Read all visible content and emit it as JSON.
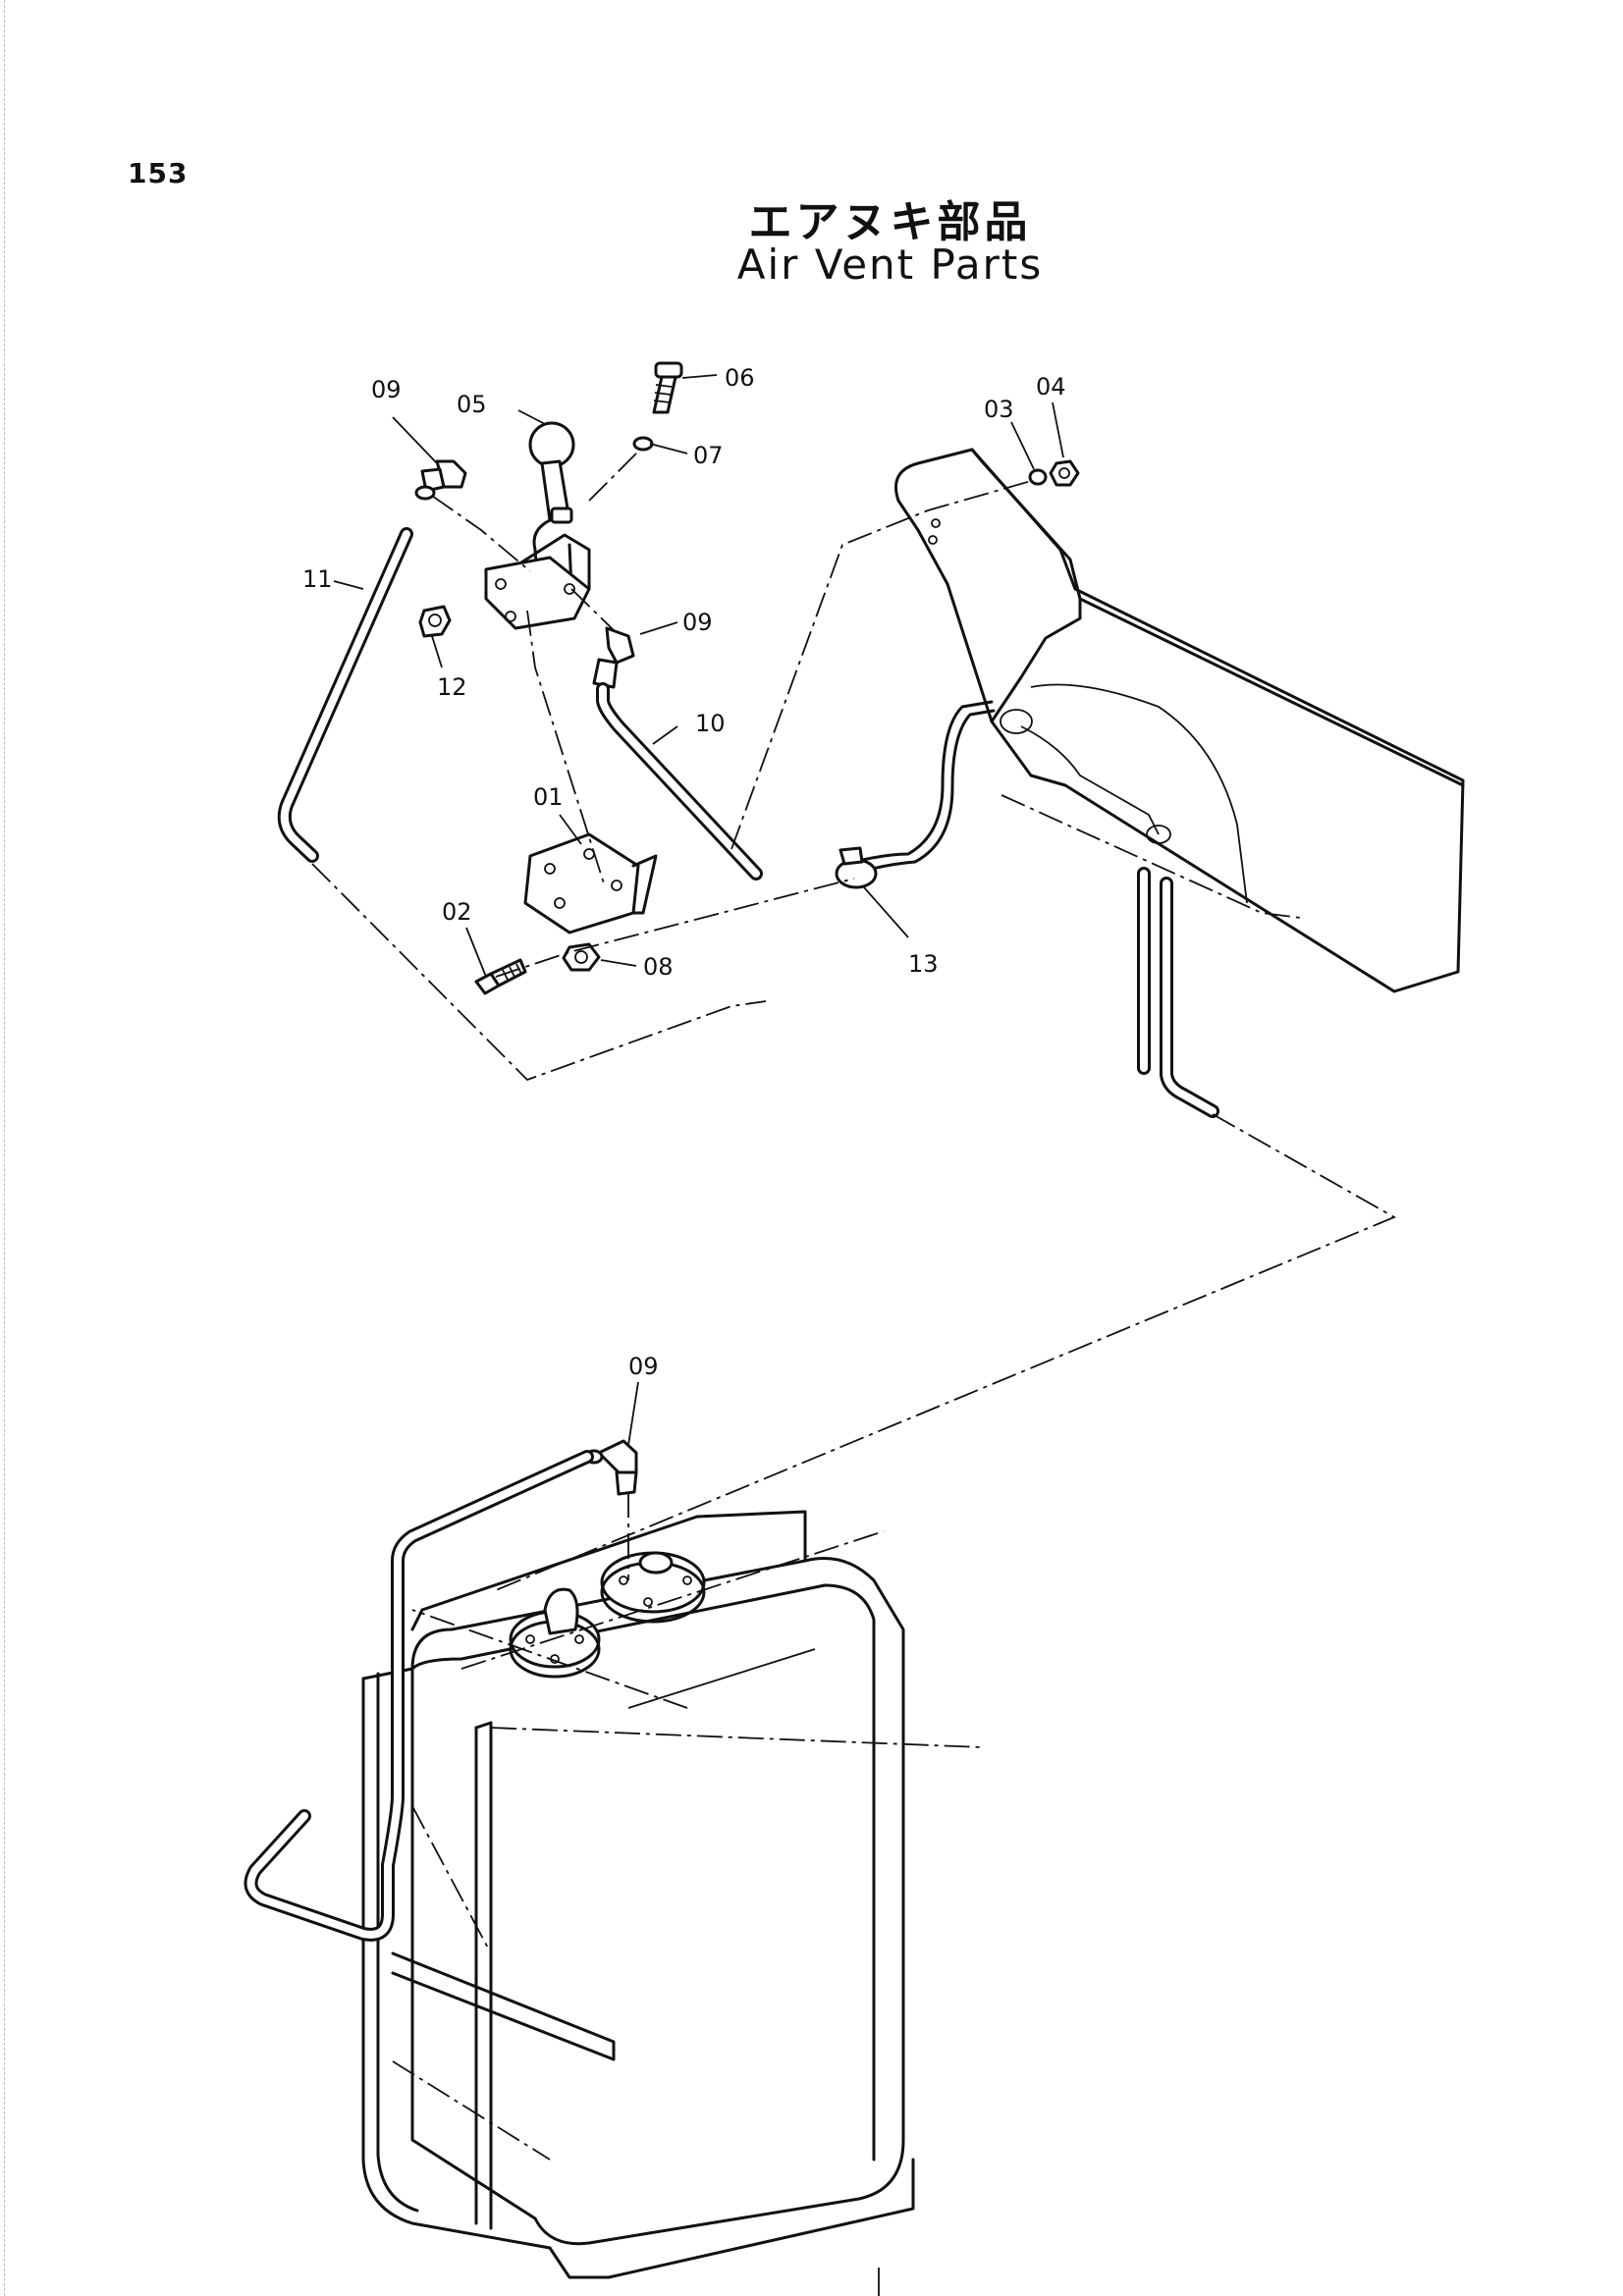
{
  "page_number": "153",
  "title_jp": "エアヌキ部品",
  "title_en": "Air Vent Parts",
  "callouts": {
    "p01": "01",
    "p02": "02",
    "p03": "03",
    "p04": "04",
    "p05": "05",
    "p06": "06",
    "p07": "07",
    "p08": "08",
    "p09a": "09",
    "p09b": "09",
    "p09c": "09",
    "p10": "10",
    "p11": "11",
    "p12": "12",
    "p13": "13"
  }
}
